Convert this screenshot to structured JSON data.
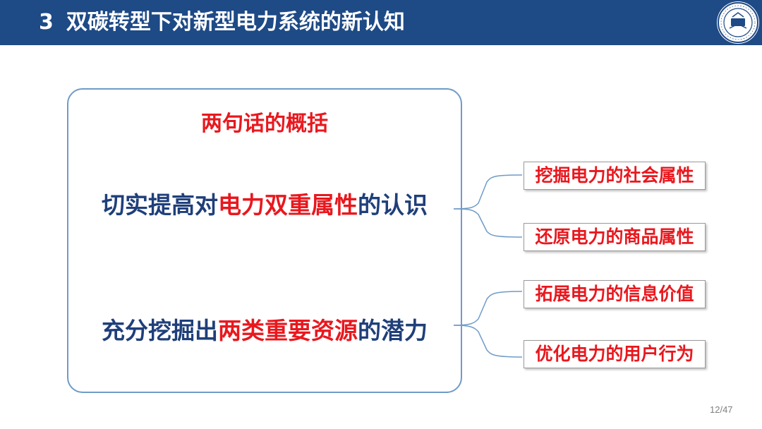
{
  "header": {
    "section_number": "3",
    "title": "双碳转型下对新型电力系统的新认知",
    "background_color": "#1e4a86"
  },
  "logo": {
    "icon": "university-seal-icon"
  },
  "summary": {
    "heading": "两句话的概括",
    "statements": [
      {
        "prefix": "切实提高对",
        "highlight": "电力双重属性",
        "suffix": "的认识",
        "points": [
          "挖掘电力的社会属性",
          "还原电力的商品属性"
        ]
      },
      {
        "prefix": "充分挖掘出",
        "highlight": "两类重要资源",
        "suffix": "的潜力",
        "points": [
          "拓展电力的信息价值",
          "优化电力的用户行为"
        ]
      }
    ]
  },
  "colors": {
    "accent_red": "#e8181e",
    "text_navy": "#1f3f7a",
    "box_border": "#6f9bc8"
  },
  "page": {
    "number": "12/47"
  }
}
